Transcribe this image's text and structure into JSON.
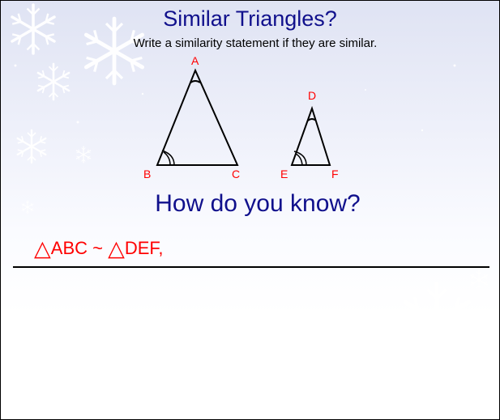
{
  "slide": {
    "title": "Similar Triangles?",
    "subtitle": "Write a similarity statement if they are similar.",
    "question": "How do you know?",
    "answer": {
      "triangle1_symbol": "△",
      "triangle1_name": "ABC",
      "similar_symbol": " ~ ",
      "triangle2_symbol": "△",
      "triangle2_name": "DEF,"
    }
  },
  "triangles": {
    "large": {
      "labels": {
        "A": "A",
        "B": "B",
        "C": "C"
      }
    },
    "small": {
      "labels": {
        "D": "D",
        "E": "E",
        "F": "F"
      }
    }
  },
  "colors": {
    "title": "#10108c",
    "labels": "#ff0000",
    "lines": "#000000"
  }
}
